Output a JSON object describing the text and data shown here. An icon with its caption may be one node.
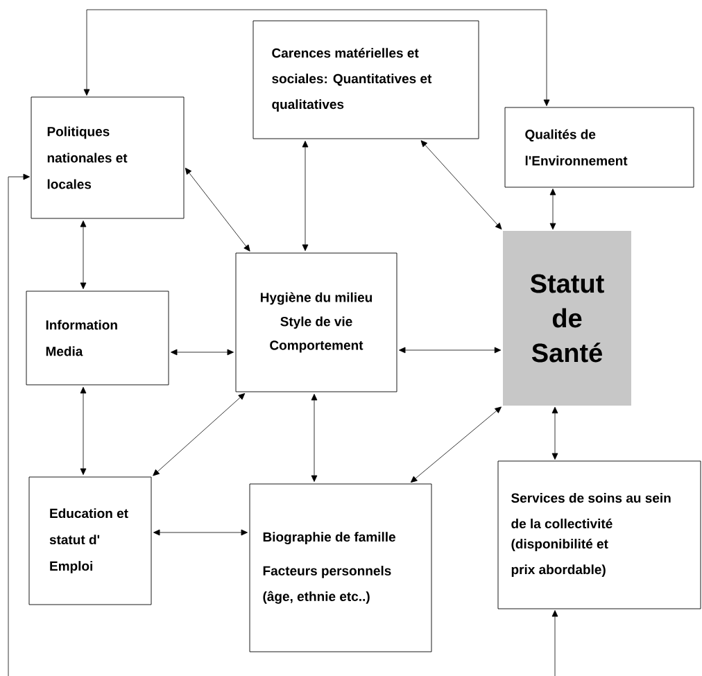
{
  "diagram": {
    "nodes": [
      {
        "text": [
          "Carences matérielles et sociales: Quantitatives et qualitatives"
        ]
      },
      {
        "text": [
          "Politiques nationales et locales"
        ]
      },
      {
        "text": [
          "Qualités de l'Environnement"
        ]
      },
      {
        "text": [
          "Information Media"
        ]
      },
      {
        "text": [
          "Hygiène du milieu",
          "Style de vie",
          "Comportement"
        ]
      },
      {
        "text": [
          "Statut de Santé"
        ]
      },
      {
        "text": [
          "Education et statut d' Emploi"
        ]
      },
      {
        "text": [
          "Biographie de famille",
          "Facteurs personnels (âge, ethnie etc..)"
        ]
      },
      {
        "text": [
          "Services de soins au sein de la collectivité",
          "(disponibilité et prix abordable)"
        ]
      }
    ],
    "edges": [
      {
        "from": 1,
        "to": 2,
        "arrow": "both"
      },
      {
        "from": null,
        "to": 1,
        "arrow": "to"
      },
      {
        "from": null,
        "to": 8,
        "arrow": "to"
      },
      {
        "from": 1,
        "to": 4,
        "arrow": "both"
      },
      {
        "from": 0,
        "to": 4,
        "arrow": "both"
      },
      {
        "from": 0,
        "to": 5,
        "arrow": "both"
      },
      {
        "from": 2,
        "to": 5,
        "arrow": "both"
      },
      {
        "from": 1,
        "to": 3,
        "arrow": "both"
      },
      {
        "from": 3,
        "to": 4,
        "arrow": "both"
      },
      {
        "from": 4,
        "to": 5,
        "arrow": "both"
      },
      {
        "from": 3,
        "to": 6,
        "arrow": "both"
      },
      {
        "from": 4,
        "to": 6,
        "arrow": "both"
      },
      {
        "from": 4,
        "to": 7,
        "arrow": "both"
      },
      {
        "from": 5,
        "to": 7,
        "arrow": "both"
      },
      {
        "from": 6,
        "to": 7,
        "arrow": "both"
      },
      {
        "from": 5,
        "to": 8,
        "arrow": "both"
      }
    ]
  }
}
